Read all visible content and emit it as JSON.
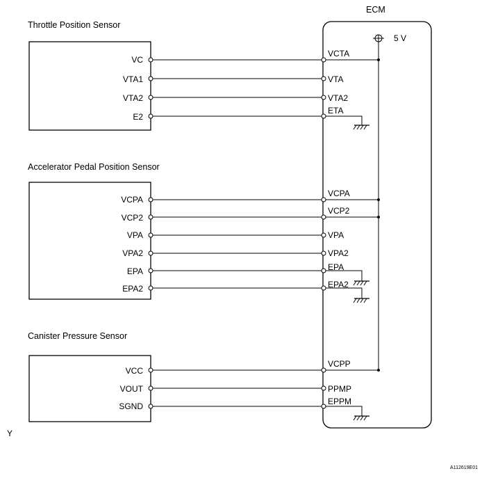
{
  "ecm": {
    "title": "ECM",
    "supply": "5 V"
  },
  "sensors": [
    {
      "title": "Throttle Position Sensor",
      "pins": [
        "VC",
        "VTA1",
        "VTA2",
        "E2"
      ]
    },
    {
      "title": "Accelerator Pedal Position Sensor",
      "pins": [
        "VCPA",
        "VCP2",
        "VPA",
        "VPA2",
        "EPA",
        "EPA2"
      ]
    },
    {
      "title": "Canister Pressure Sensor",
      "pins": [
        "VCC",
        "VOUT",
        "SGND"
      ]
    }
  ],
  "ecm_pins": [
    [
      "VCTA",
      "VTA",
      "VTA2",
      "ETA"
    ],
    [
      "VCPA",
      "VCP2",
      "VPA",
      "VPA2",
      "EPA",
      "EPA2"
    ],
    [
      "VCPP",
      "PPMP",
      "EPPM"
    ]
  ],
  "corner_mark": "Y",
  "figure_id": "A112619E01",
  "colors": {
    "line": "#000000",
    "background": "#ffffff"
  }
}
